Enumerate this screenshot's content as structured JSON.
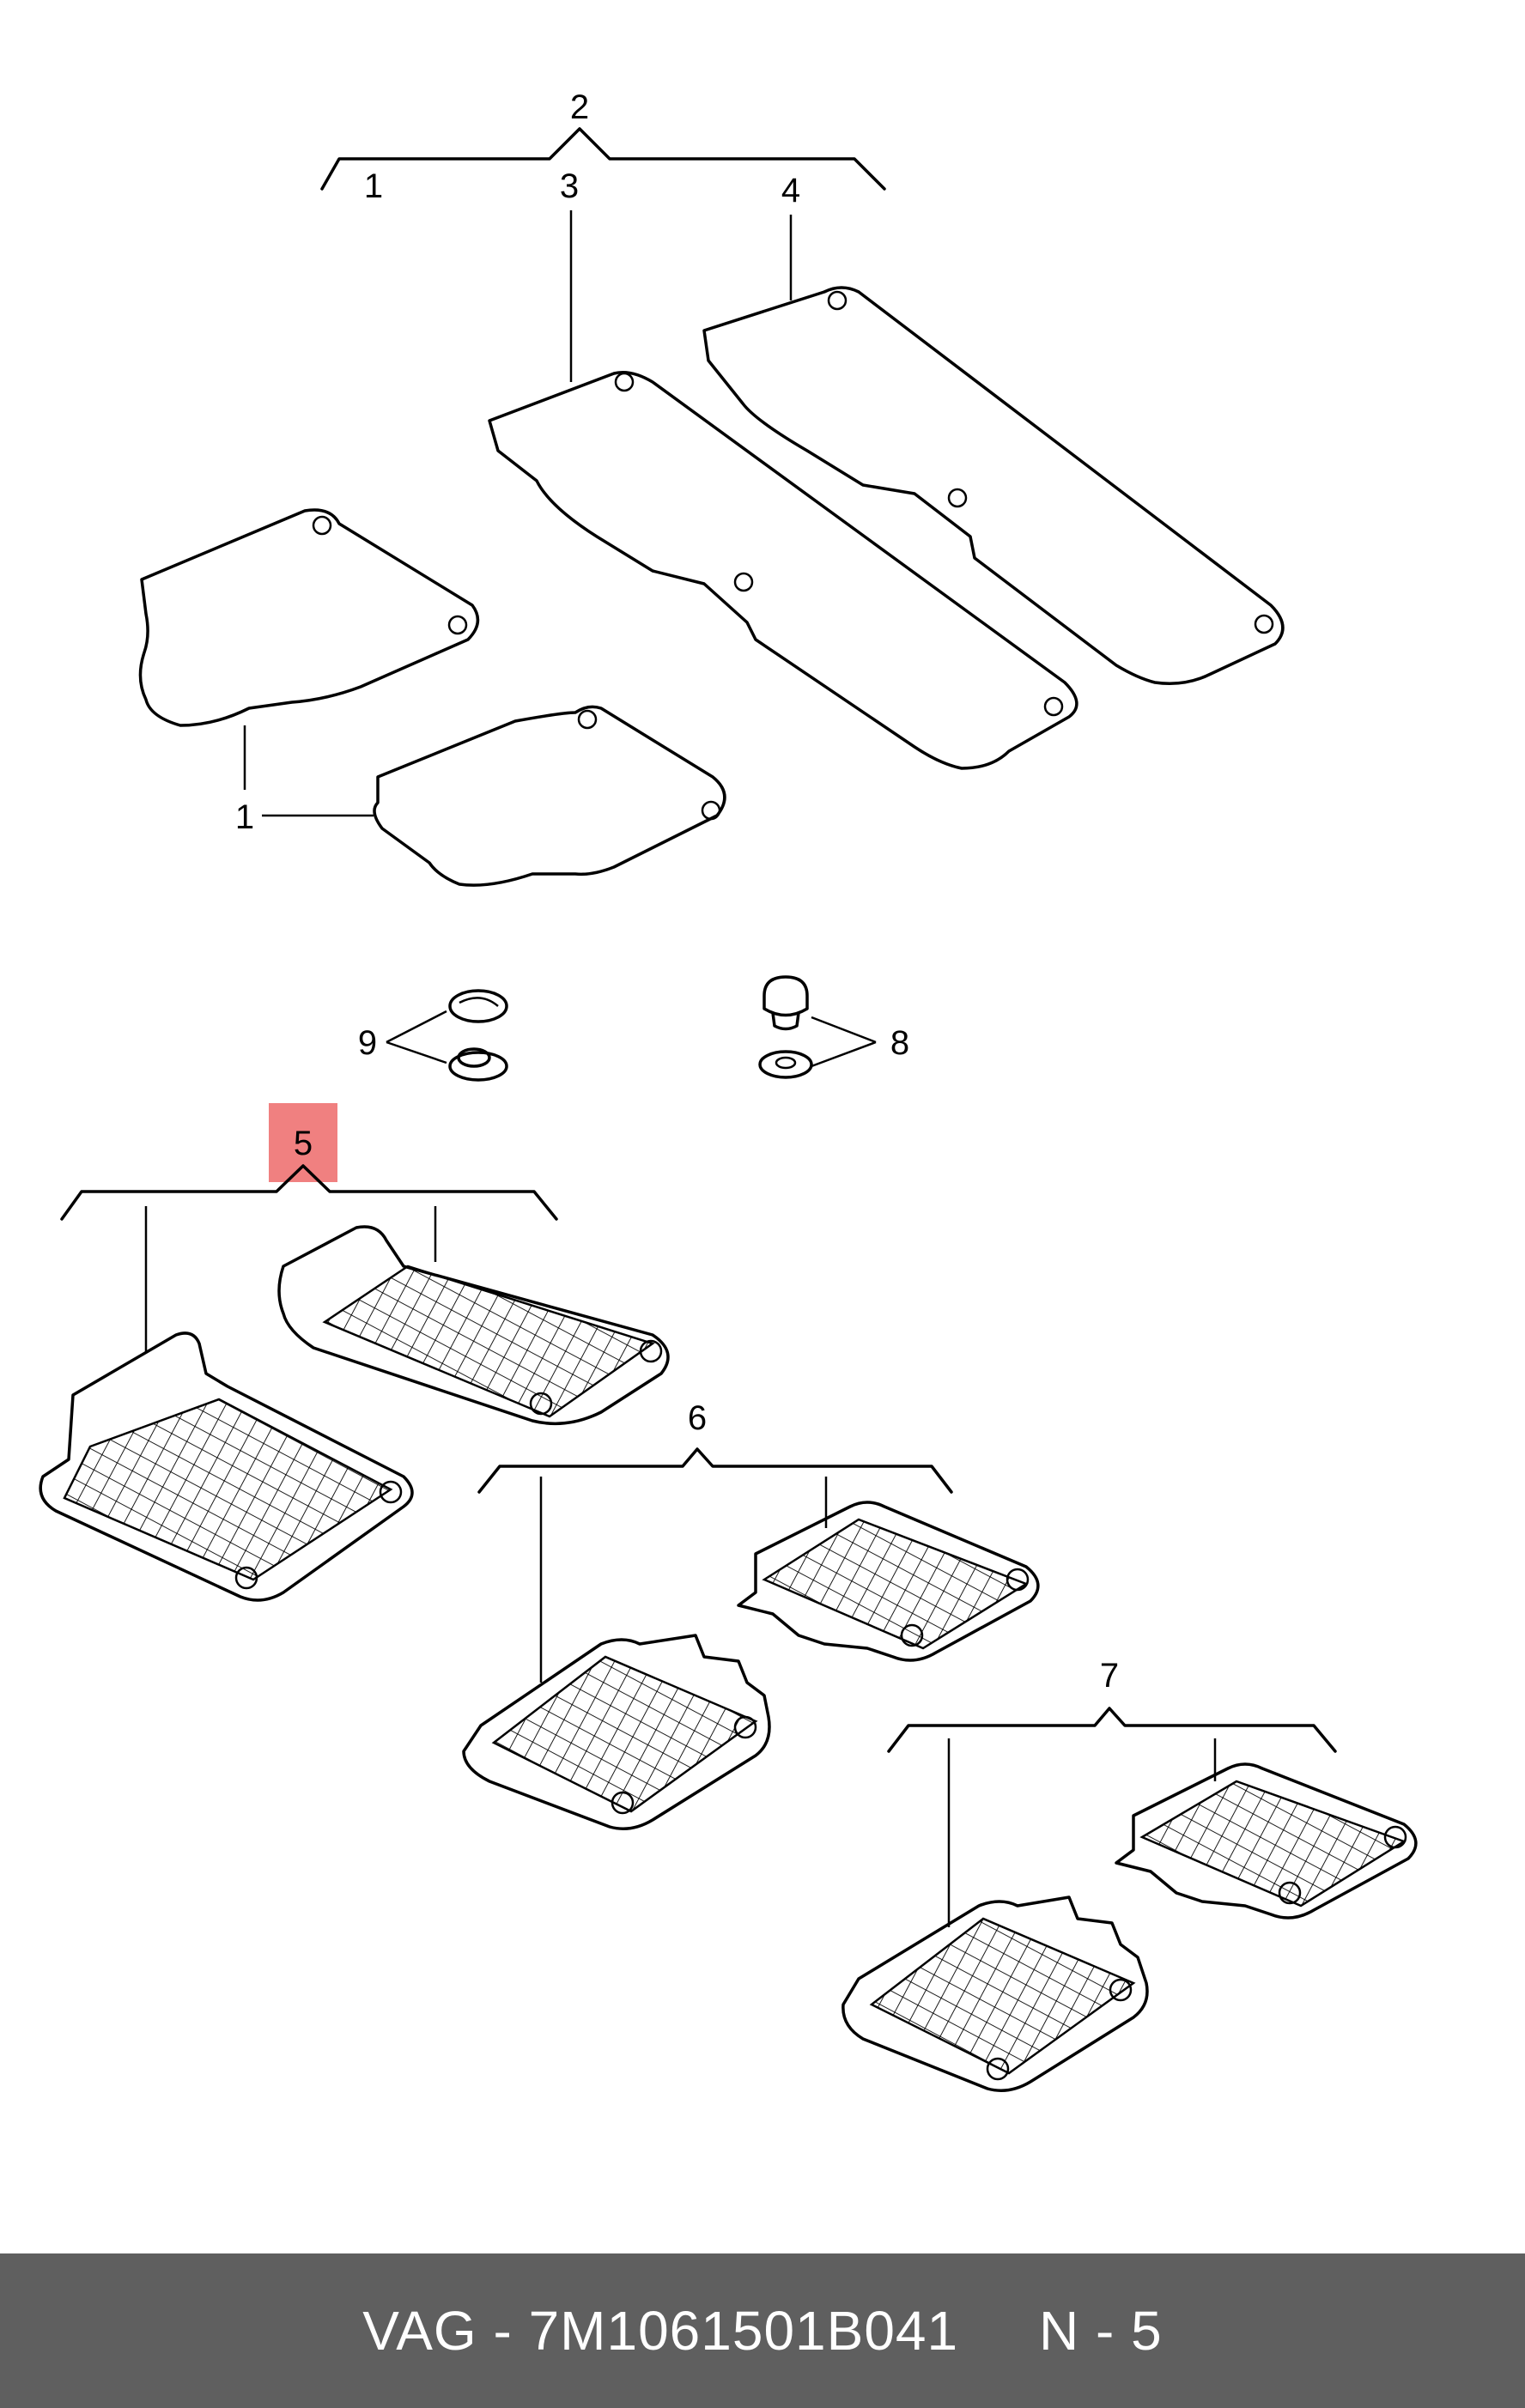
{
  "diagram": {
    "callouts": {
      "c1a": "1",
      "c1b": "1",
      "c2": "2",
      "c3": "3",
      "c4": "4",
      "c5": "5",
      "c6": "6",
      "c7": "7",
      "c8": "8",
      "c9": "9"
    },
    "highlighted_callout": "5",
    "highlight_color": "#f08080"
  },
  "footer": {
    "text": "VAG - 7M1061501B041     N - 5",
    "background": "#5f5f5f"
  }
}
